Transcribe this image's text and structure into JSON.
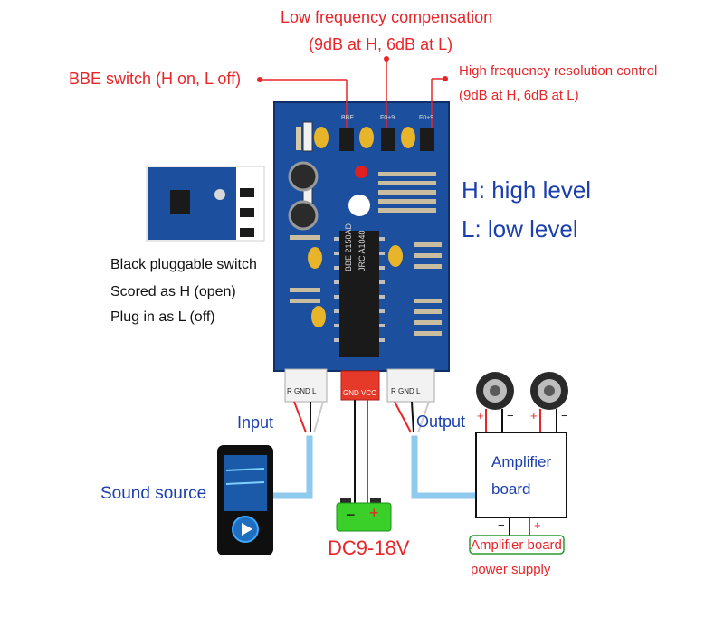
{
  "labels": {
    "low_freq_title": "Low frequency compensation",
    "low_freq_sub": "(9dB at H, 6dB at L)",
    "bbe_switch": "BBE switch (H on, L off)",
    "high_freq_title": "High frequency resolution control",
    "high_freq_sub": "(9dB at H, 6dB at L)",
    "h_level": "H: high level",
    "l_level": "L: low level",
    "black_switch": "Black pluggable switch",
    "scored_h": "Scored as H (open)",
    "plug_l": "Plug in as L (off)",
    "input": "Input",
    "output": "Output",
    "sound_source": "Sound source",
    "amplifier_board": "Amplifier board",
    "dc_voltage": "DC9-18V",
    "amp_power_line1": "Amplifier board",
    "amp_power_line2": "power supply",
    "battery_minus": "−",
    "battery_plus": "+",
    "amp_plus_left": "+",
    "amp_minus_left": "−",
    "amp_plus_right": "+",
    "amp_minus_right": "−",
    "amp_bottom_minus": "−",
    "amp_bottom_plus": "+"
  },
  "board": {
    "chip_line1": "BBE 2150AD",
    "chip_line2": "JRC A1040",
    "jumper_labels": [
      "BBE",
      "F0+9",
      "F0+9"
    ],
    "connector_left": "R GND L",
    "connector_mid": "GND VCC",
    "connector_right": "R GND L"
  },
  "colors": {
    "annotation_red": "#e8262a",
    "annotation_blue": "#1b3fae",
    "board_blue": "#1c4f9e",
    "cable_blue": "#8ec9ee",
    "battery_green": "#3bcf2a"
  }
}
